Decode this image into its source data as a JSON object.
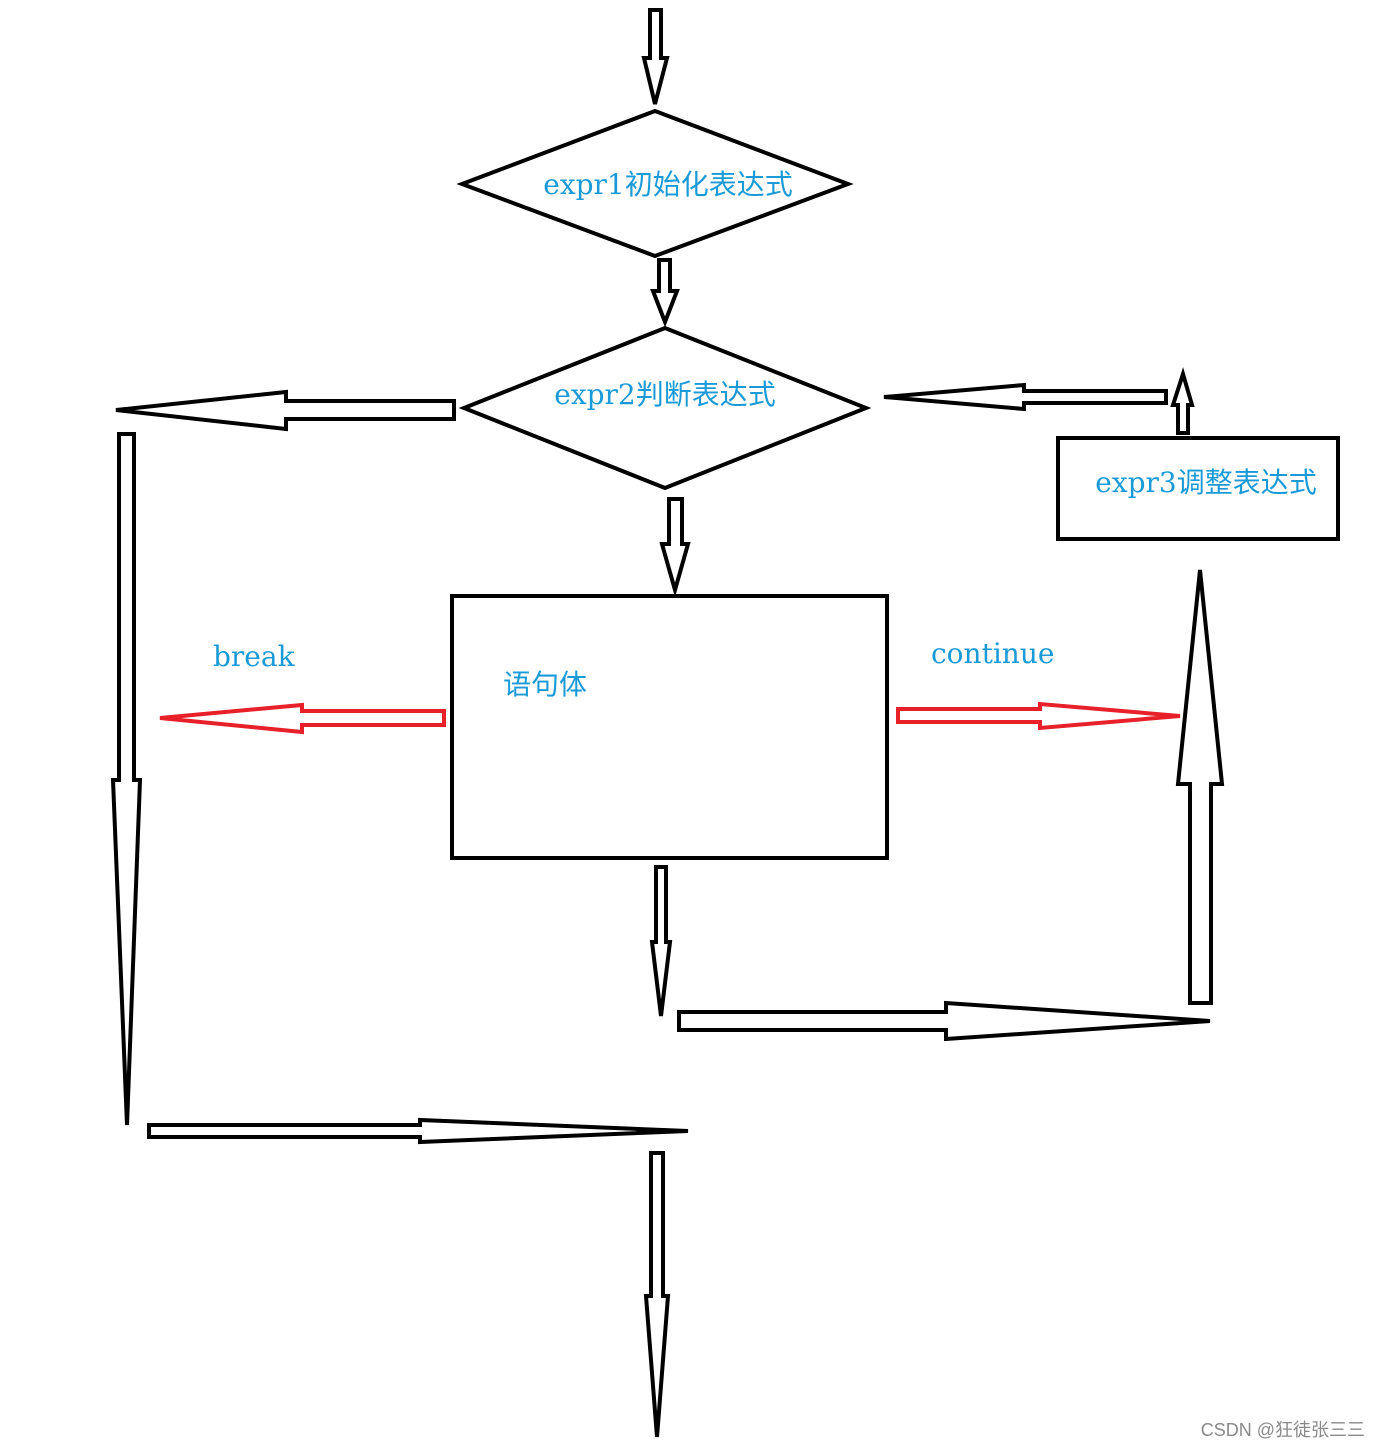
{
  "diagram": {
    "nodes": {
      "expr1": "expr1初始化表达式",
      "expr2": "expr2判断表达式",
      "expr3": "expr3调整表达式",
      "body": "语句体"
    },
    "edge_labels": {
      "break": "break",
      "continue": "continue"
    },
    "colors": {
      "text": "#1a9bd7",
      "stroke": "#000000",
      "highlight_arrow": "#e8202a"
    }
  },
  "watermark": "CSDN @狂徒张三三"
}
